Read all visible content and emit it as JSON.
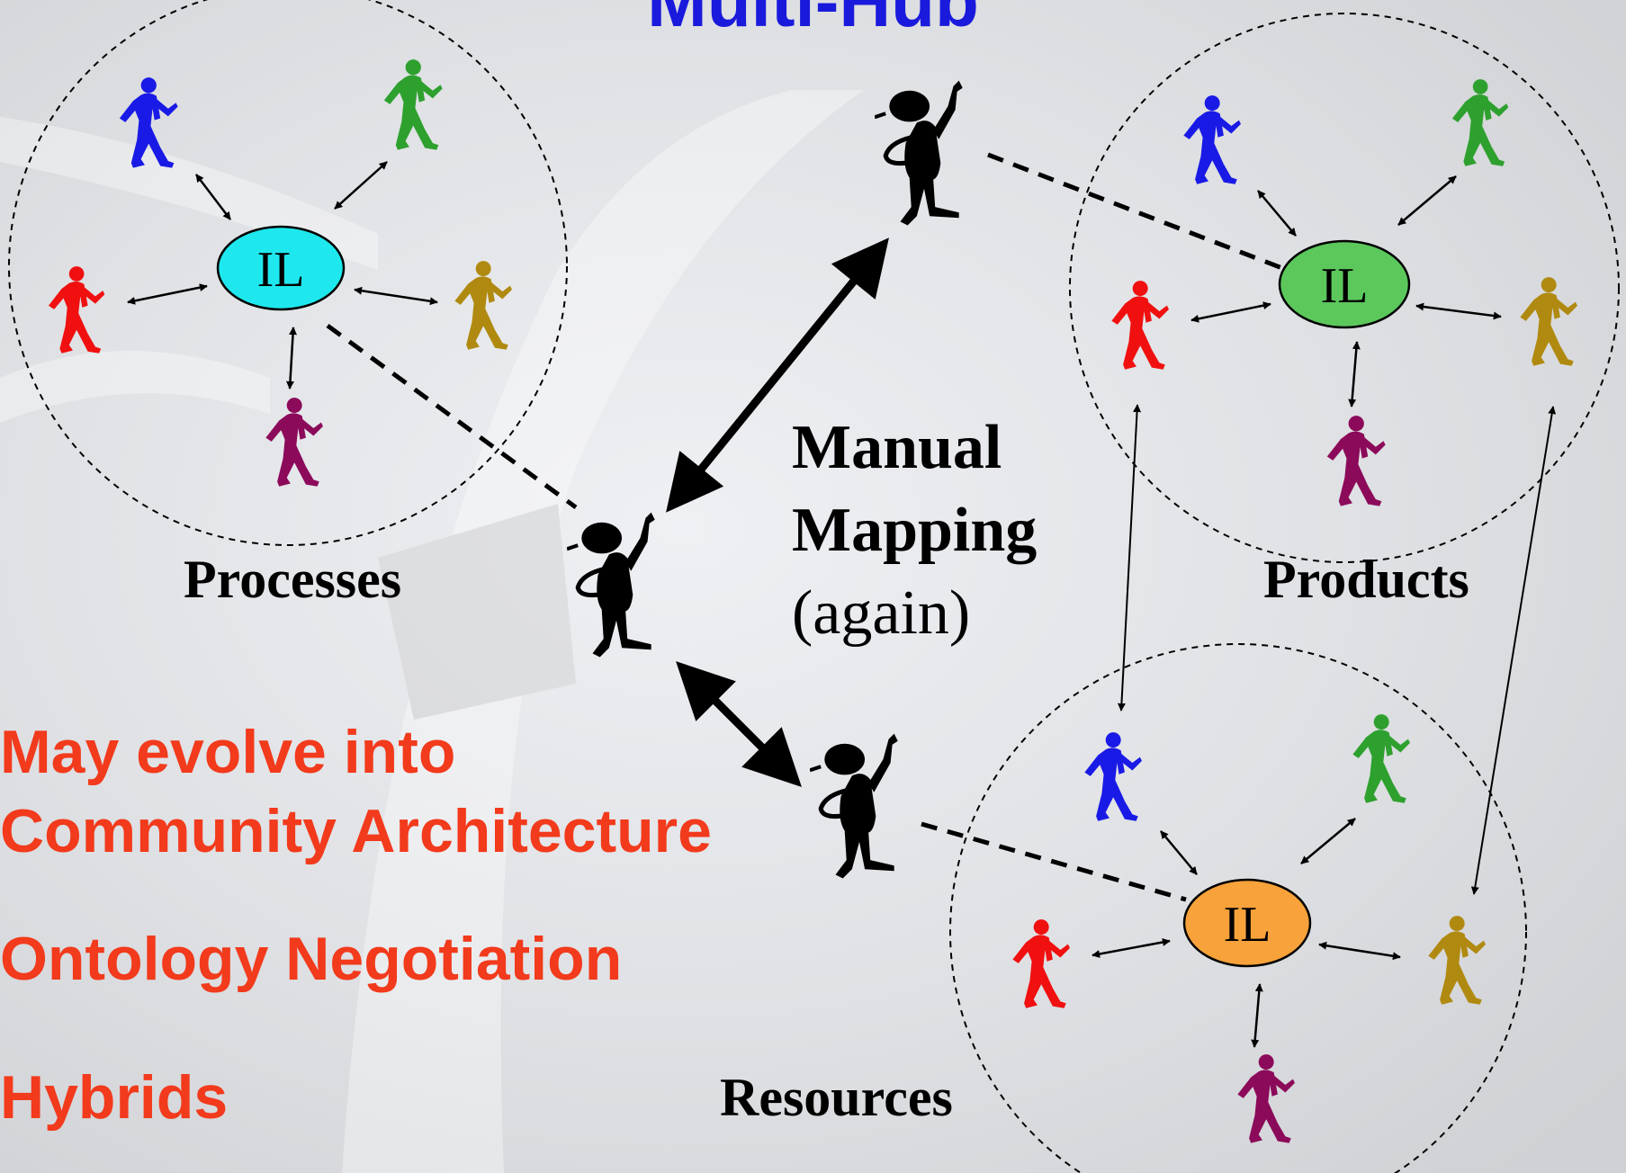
{
  "slide": {
    "title": "Multi-Hub",
    "title_color": "#1a1adc",
    "accent_color": "#f23a1c"
  },
  "clusters": [
    {
      "label": "Processes",
      "hub_label": "IL",
      "hub_color": "#1ee8ee"
    },
    {
      "label": "Products",
      "hub_label": "IL",
      "hub_color": "#5cc85c"
    },
    {
      "label": "Resources",
      "hub_label": "IL",
      "hub_color": "#f7a23a"
    }
  ],
  "mapping": {
    "line1": "Manual",
    "line2": "Mapping",
    "line3": "(again)"
  },
  "bullets": {
    "item1_line1": "May evolve into",
    "item1_line2": "Community Architecture",
    "item2": "Ontology Negotiation",
    "item3": "Hybrids"
  },
  "figure_colors": [
    "#1a1ae6",
    "#2ea02e",
    "#f01010",
    "#b08a10",
    "#8c0a5a",
    "#000000"
  ],
  "icons": [
    "person-icon",
    "mediator-person-icon"
  ]
}
